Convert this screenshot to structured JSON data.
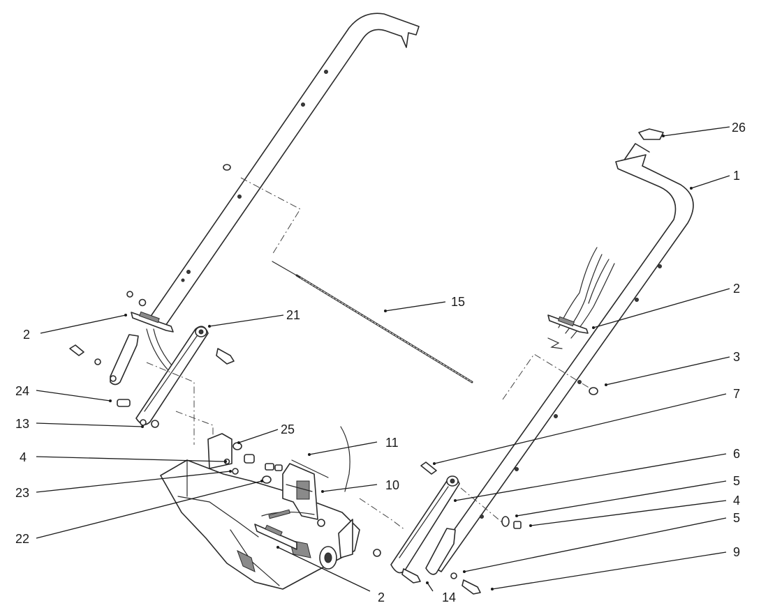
{
  "callouts": [
    {
      "id": "c26",
      "label": "26"
    },
    {
      "id": "c1",
      "label": "1"
    },
    {
      "id": "c2a",
      "label": "2"
    },
    {
      "id": "c3",
      "label": "3"
    },
    {
      "id": "c7",
      "label": "7"
    },
    {
      "id": "c6",
      "label": "6"
    },
    {
      "id": "c5a",
      "label": "5"
    },
    {
      "id": "c4a",
      "label": "4"
    },
    {
      "id": "c5b",
      "label": "5"
    },
    {
      "id": "c9",
      "label": "9"
    },
    {
      "id": "c15",
      "label": "15"
    },
    {
      "id": "c21",
      "label": "21"
    },
    {
      "id": "c2b",
      "label": "2"
    },
    {
      "id": "c24",
      "label": "24"
    },
    {
      "id": "c13",
      "label": "13"
    },
    {
      "id": "c25",
      "label": "25"
    },
    {
      "id": "c4b",
      "label": "4"
    },
    {
      "id": "c23",
      "label": "23"
    },
    {
      "id": "c22",
      "label": "22"
    },
    {
      "id": "c11",
      "label": "11"
    },
    {
      "id": "c10",
      "label": "10"
    },
    {
      "id": "c2c",
      "label": "2"
    },
    {
      "id": "c14",
      "label": "14"
    }
  ]
}
